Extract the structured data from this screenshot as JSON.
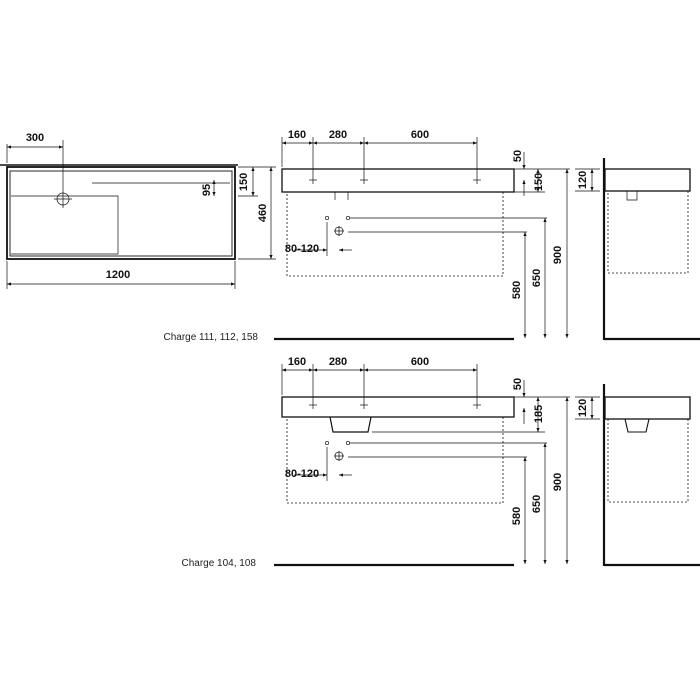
{
  "top_view": {
    "dim_width": "1200",
    "dim_tap_offset": "300",
    "dim_depth": "460",
    "dim_rim": "150",
    "dim_hole": "95"
  },
  "front_view_1": {
    "dim_left": "160",
    "dim_mid": "280",
    "dim_right": "600",
    "dim_top": "50",
    "dim_body": "150",
    "dim_drain_offset": "80-120",
    "dim_580": "580",
    "dim_650": "650",
    "dim_900": "900"
  },
  "side_view_1": {
    "dim_height": "120"
  },
  "front_view_2": {
    "dim_left": "160",
    "dim_mid": "280",
    "dim_right": "600",
    "dim_top": "50",
    "dim_body": "185",
    "dim_drain_offset": "80-120",
    "dim_580": "580",
    "dim_650": "650",
    "dim_900": "900"
  },
  "side_view_2": {
    "dim_height": "120"
  },
  "captions": {
    "charge_1": "Charge 111, 112, 158",
    "charge_2": "Charge 104, 108"
  }
}
